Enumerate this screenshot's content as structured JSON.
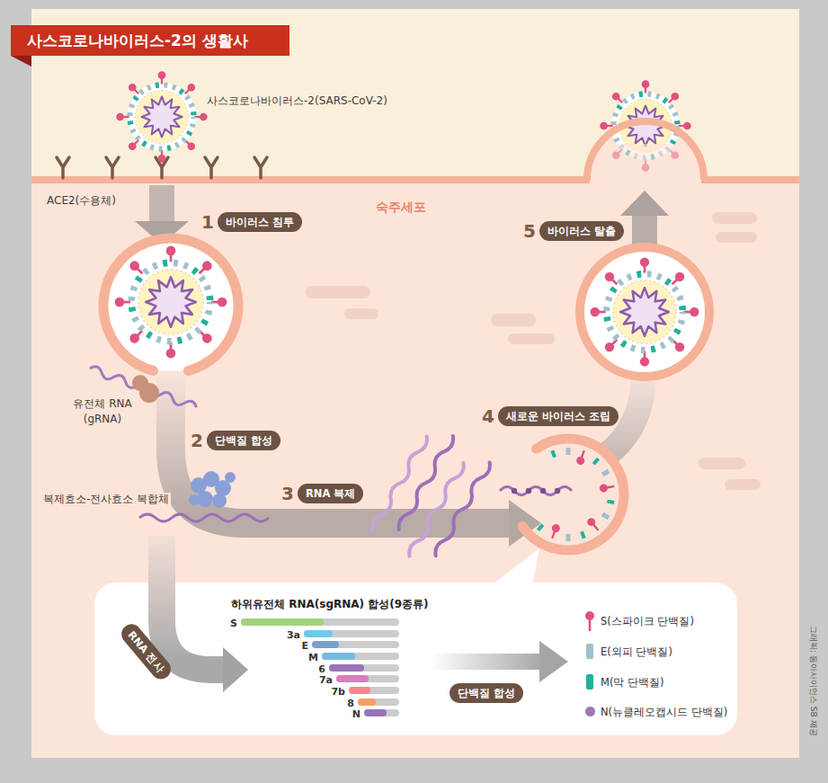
{
  "diagram": {
    "title": "사스코로나바이러스-2의 생활사",
    "nodes": [
      {
        "text": [
          "1",
          "바이러스 침투"
        ]
      },
      {
        "text": [
          "2",
          "단백질 합성"
        ]
      },
      {
        "text": [
          "3",
          "RNA 복제"
        ]
      },
      {
        "text": [
          "4",
          "새로운 바이러스 조립"
        ]
      },
      {
        "text": [
          "5",
          "바이러스 탈출"
        ]
      },
      {
        "text": [
          "RNA 전사"
        ]
      },
      {
        "text": [
          "단백질 합성"
        ]
      }
    ],
    "labels": [
      "사스코로나바이러스-2(SARS-CoV-2)",
      "ACE2(수용체)",
      "숙주세포",
      "유전체 RNA (gRNA)",
      "복제효소-전사효소 복합체",
      "하위유전체 RNA(sgRNA) 합성(9종류)",
      "S",
      "3a",
      "E",
      "M",
      "6",
      "7a",
      "7b",
      "8",
      "N",
      "그래픽: 동아사이언스 SB 제공"
    ],
    "legend": [
      {
        "text": "S(스파이크 단백질)"
      },
      {
        "text": "E(외피 단백질)",
        "color": "#9fc1cc"
      },
      {
        "text": "M(막 단백질)",
        "color": "#1fb39a"
      },
      {
        "text": "N(뉴클레오캡시드 단백질)",
        "color": "#9b78b6"
      }
    ]
  }
}
